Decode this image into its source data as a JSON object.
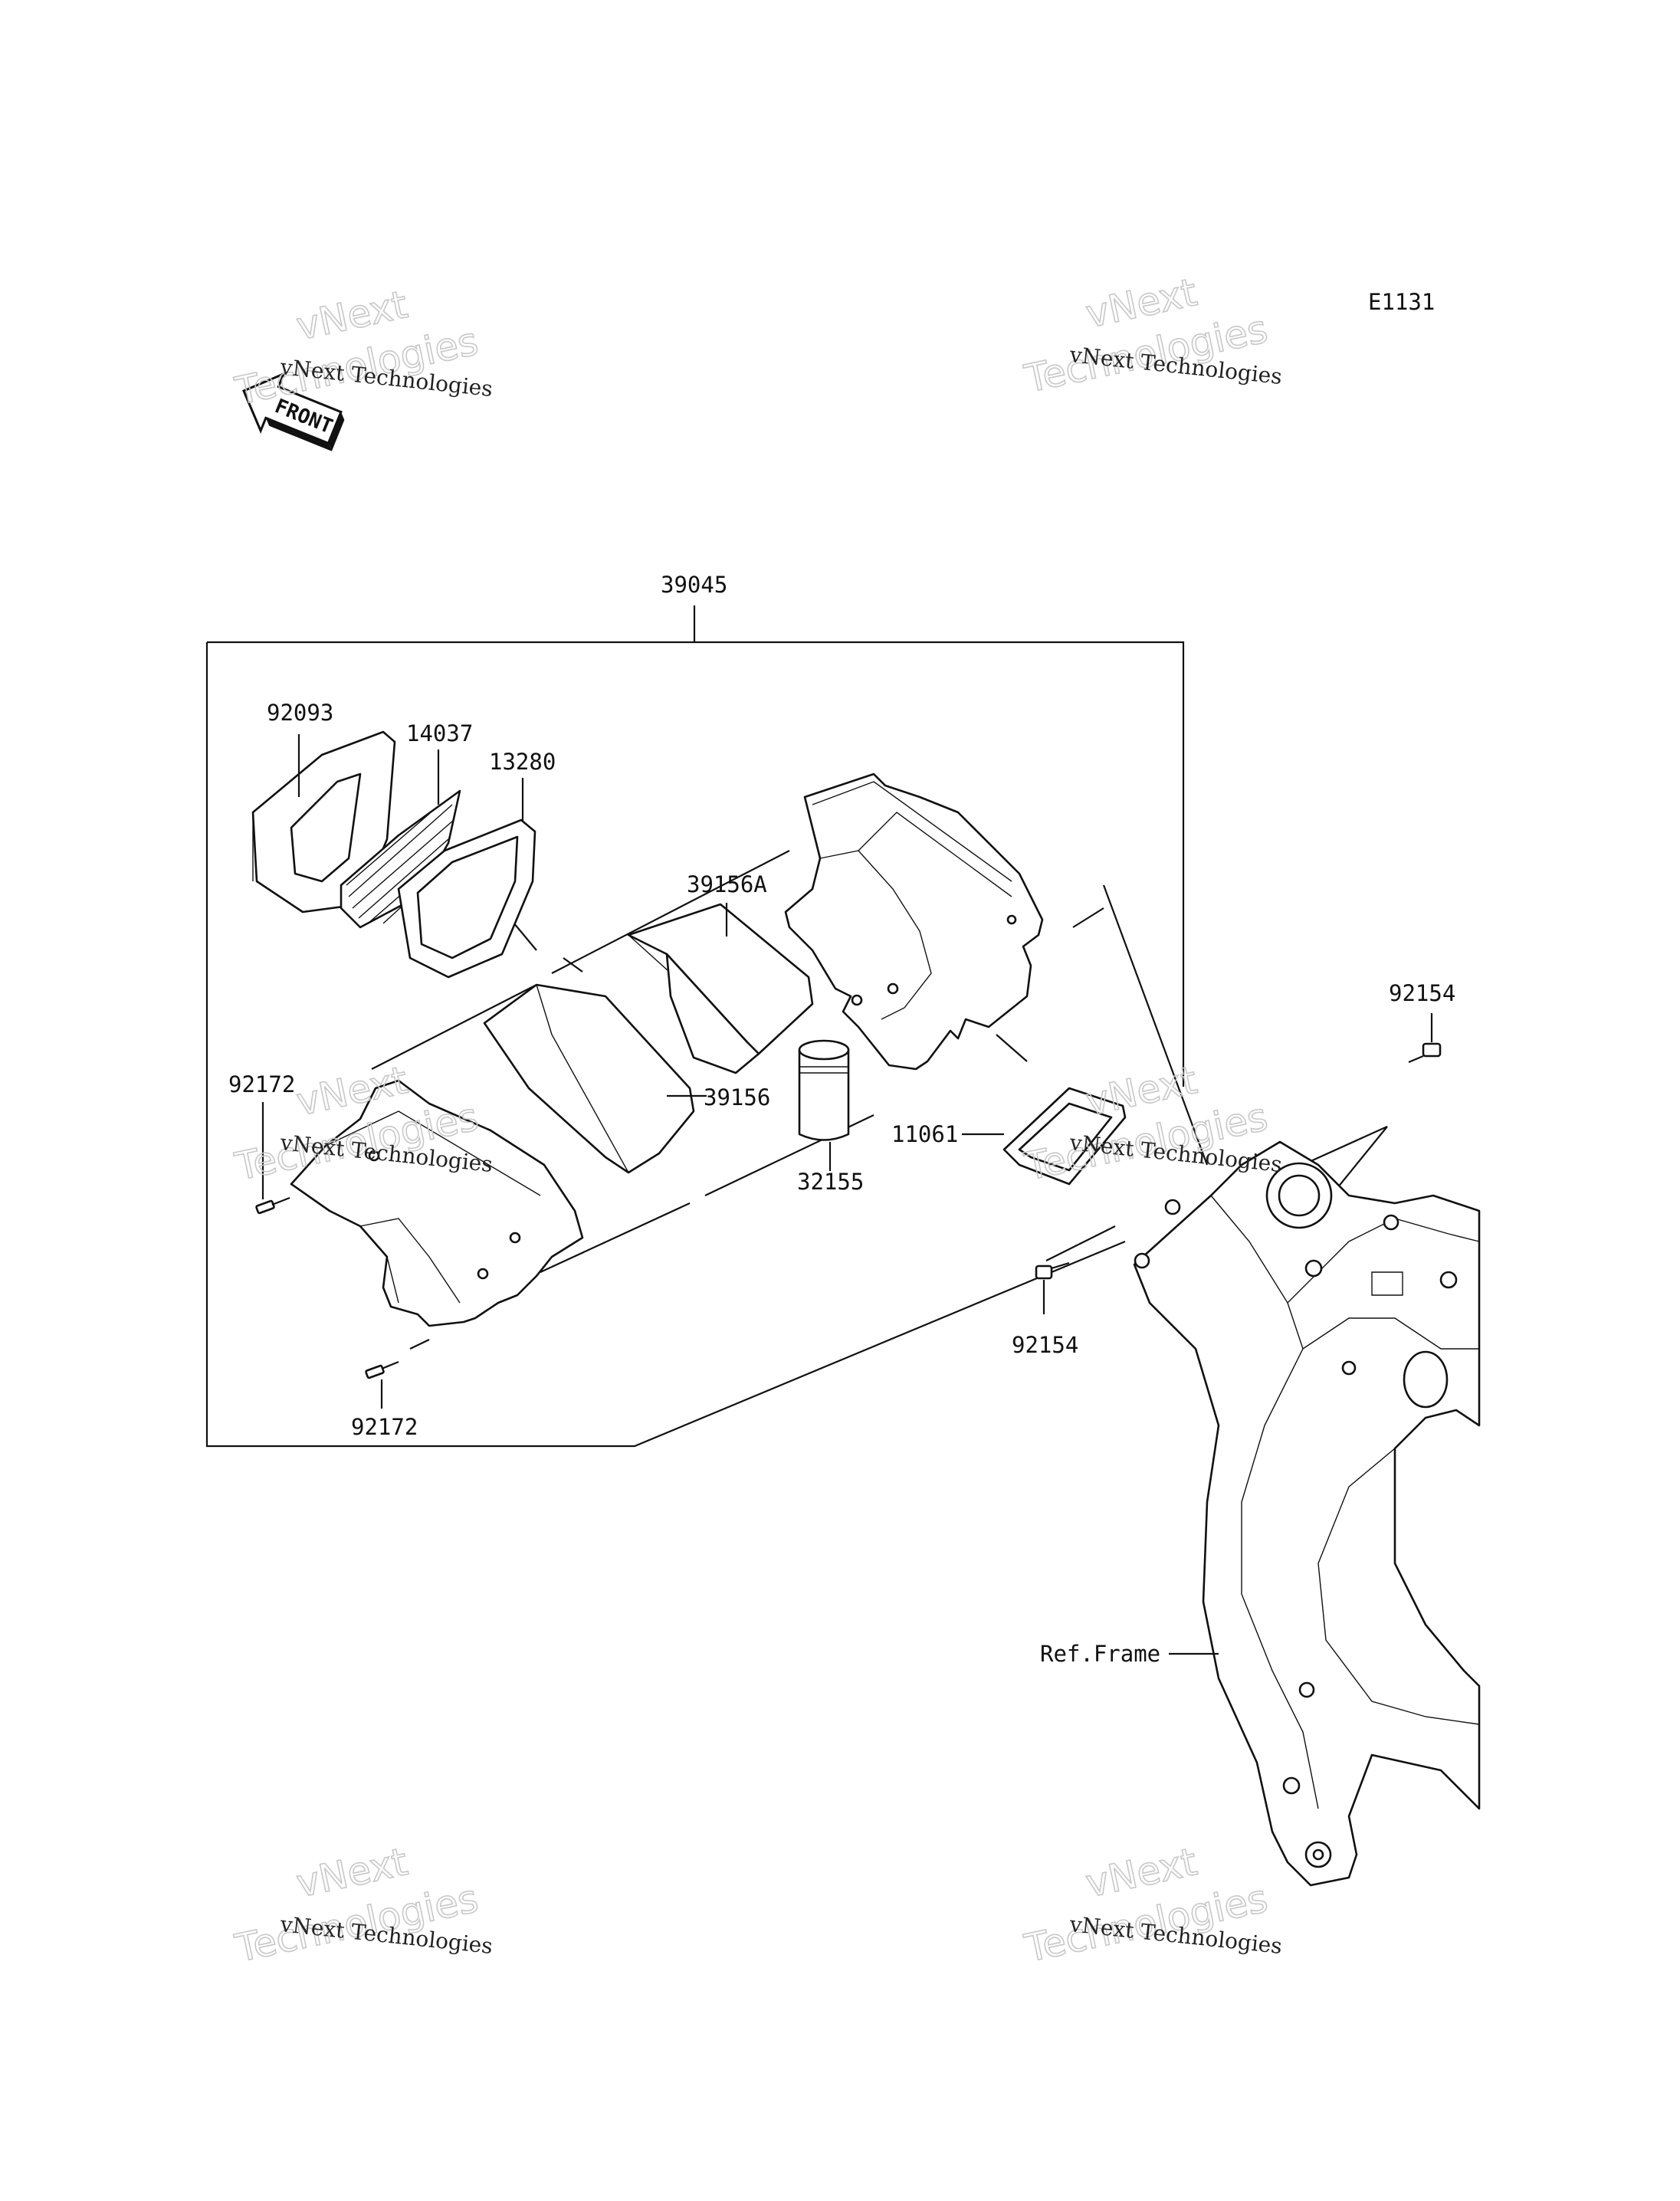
{
  "diagram": {
    "code": "E1131",
    "front_label": "FRONT",
    "assembly_label": "39045",
    "parts": {
      "p92093": "92093",
      "p14037": "14037",
      "p13280": "13280",
      "p39156A": "39156A",
      "p39156": "39156",
      "p92172_top": "92172",
      "p92172_bottom": "92172",
      "p32155": "32155",
      "p11061": "11061",
      "p92154_top": "92154",
      "p92154_bottom": "92154",
      "ref_frame": "Ref.Frame"
    },
    "watermarks": [
      {
        "line1": "vNext Technologies",
        "line2": "vNext",
        "line3": "Technologies"
      },
      {
        "line1": "vNext Technologies",
        "line2": "vNext",
        "line3": "Technologies"
      },
      {
        "line1": "vNext Technologies",
        "line2": "vNext",
        "line3": "Technologies"
      },
      {
        "line1": "vNext Technologies",
        "line2": "vNext",
        "line3": "Technologies"
      },
      {
        "line1": "vNext Technologies",
        "line2": "vNext",
        "line3": "Technologies"
      },
      {
        "line1": "vNext Technologies",
        "line2": "vNext",
        "line3": "Technologies"
      }
    ]
  }
}
